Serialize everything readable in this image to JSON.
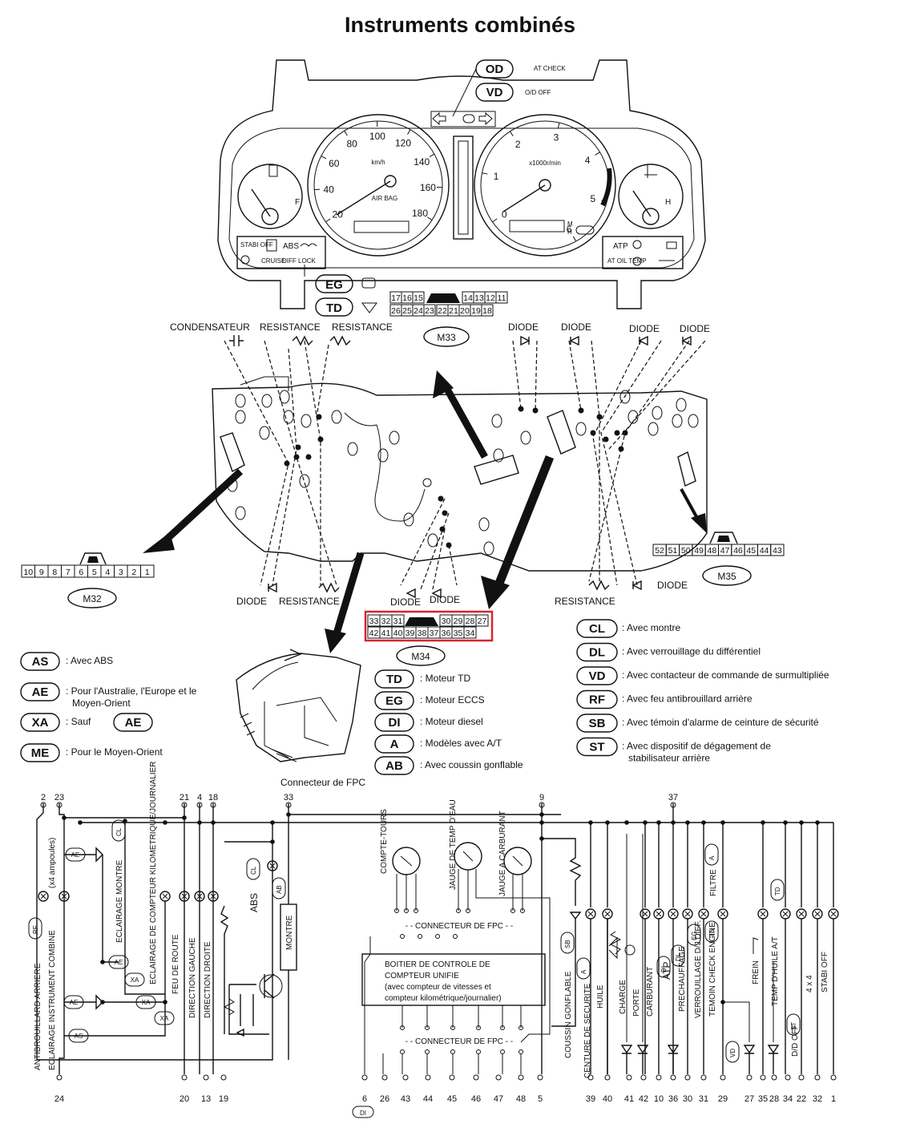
{
  "title": "Instruments combinés",
  "top_callouts": [
    {
      "code": "OD",
      "desc": "AT CHECK"
    },
    {
      "code": "VD",
      "desc": "O/D OFF"
    },
    {
      "code": "EG",
      "desc": ""
    },
    {
      "code": "TD",
      "desc": ""
    }
  ],
  "cluster": {
    "speedo_ticks": [
      "20",
      "40",
      "60",
      "80",
      "100",
      "120",
      "140",
      "160",
      "180"
    ],
    "speedo_unit": "km/h",
    "airbag": "AIR BAG",
    "tacho_ticks": [
      "0",
      "1",
      "2",
      "3",
      "4",
      "5",
      "6"
    ],
    "tacho_unit": "x1000r/min",
    "fuel_f": "F",
    "temp_h": "H",
    "left_panel": [
      "STABI OFF",
      "ABS",
      "CRUISE",
      "DIFF LOCK"
    ],
    "right_panel": [
      "ATP",
      "AT OIL TEMP"
    ],
    "mh": [
      "M",
      "H"
    ]
  },
  "components_top": [
    "CONDENSATEUR",
    "RESISTANCE",
    "RESISTANCE",
    "DIODE",
    "DIODE",
    "DIODE",
    "DIODE"
  ],
  "components_bottom": [
    "DIODE",
    "RESISTANCE",
    "DIODE",
    "DIODE",
    "RESISTANCE",
    "DIODE"
  ],
  "connectors": {
    "M33": {
      "label": "M33",
      "top": [
        "17",
        "16",
        "15",
        "14",
        "13",
        "12",
        "11"
      ],
      "bottom": [
        "26",
        "25",
        "24",
        "23",
        "22",
        "21",
        "20",
        "19",
        "18"
      ]
    },
    "M32": {
      "label": "M32",
      "pins": [
        "10",
        "9",
        "8",
        "7",
        "6",
        "5",
        "4",
        "3",
        "2",
        "1"
      ]
    },
    "M35": {
      "label": "M35",
      "pins": [
        "52",
        "51",
        "50",
        "49",
        "48",
        "47",
        "46",
        "45",
        "44",
        "43"
      ]
    },
    "M34": {
      "label": "M34",
      "top": [
        "33",
        "32",
        "31",
        "30",
        "29",
        "28",
        "27"
      ],
      "bottom": [
        "42",
        "41",
        "40",
        "39",
        "38",
        "37",
        "36",
        "35",
        "34"
      ]
    }
  },
  "fpc_label": "Connecteur de FPC",
  "legend_left": [
    {
      "code": "AS",
      "text": ": Avec ABS"
    },
    {
      "code": "AE",
      "text": ": Pour l'Australie, l'Europe et le Moyen-Orient"
    },
    {
      "code": "XA",
      "text": ": Sauf",
      "extra": "AE"
    },
    {
      "code": "ME",
      "text": ": Pour le Moyen-Orient"
    }
  ],
  "legend_mid": [
    {
      "code": "TD",
      "text": ": Moteur TD"
    },
    {
      "code": "EG",
      "text": ": Moteur ECCS"
    },
    {
      "code": "DI",
      "text": ": Moteur diesel"
    },
    {
      "code": "A",
      "text": ": Modèles avec A/T"
    },
    {
      "code": "AB",
      "text": ": Avec coussin gonflable"
    }
  ],
  "legend_right": [
    {
      "code": "CL",
      "text": ": Avec montre"
    },
    {
      "code": "DL",
      "text": ": Avec verrouillage du différentiel"
    },
    {
      "code": "VD",
      "text": ": Avec contacteur de commande de surmultipliée"
    },
    {
      "code": "RF",
      "text": ": Avec feu antibrouillard arrière"
    },
    {
      "code": "SB",
      "text": ": Avec témoin d'alarme de ceinture de sécurité"
    },
    {
      "code": "ST",
      "text": ": Avec dispositif de dégagement de stabilisateur arrière"
    }
  ],
  "wiring": {
    "top_pins": [
      "2",
      "23",
      "21",
      "4",
      "18",
      "33",
      "9",
      "37"
    ],
    "bottom_pins": [
      "24",
      "20",
      "13",
      "19",
      "6",
      "26",
      "43",
      "44",
      "45",
      "46",
      "47",
      "48",
      "5",
      "39",
      "40",
      "41",
      "42",
      "10",
      "36",
      "30",
      "31",
      "29",
      "27",
      "35",
      "28",
      "34",
      "22",
      "32",
      "1"
    ],
    "di_tag": "DI",
    "left_vertical": [
      "ANTIBROUILLARD ARRIERE",
      "ECLAIRAGE INSTRUMENT COMBINE",
      "(x4 ampoules)",
      "ECLAIRAGE MONTRE",
      "ECLAIRAGE DE COMPTEUR KILOMETRIQUE/JOURNALIER",
      "FEU DE ROUTE",
      "DIRECTION GAUCHE",
      "DIRECTION DROITE",
      "ABS",
      "MONTRE"
    ],
    "gauges": [
      "COMPTE-TOURS",
      "JAUGE DE TEMP D'EAU",
      "JAUGE A CARBURANT"
    ],
    "fpc_connector": "CONNECTEUR DE FPC",
    "control_box": [
      "BOITIER DE CONTROLE DE",
      "COMPTEUR UNIFIE",
      "(avec compteur de vitesses et",
      "compteur kilométrique/journalier)"
    ],
    "right_vertical": [
      "COUSSIN GONFLABLE",
      "CENTURE DE SECURITE",
      "HUILE",
      "CHARGE",
      "PORTE",
      "CARBURANT",
      "ATP",
      "PRECHAUFFAGE",
      "VERROUILLAGE D/J DIFF.",
      "TEMOIN CHECK ENGINE",
      "FILTRE",
      "FREIN",
      "TEMP D'HUILE A/T",
      "D/D OFF",
      "4 x 4",
      "STABI OFF"
    ],
    "tags": [
      "RF",
      "AE",
      "CL",
      "AE",
      "XA",
      "AE",
      "XA",
      "XA",
      "AS",
      "CL",
      "AB",
      "SB",
      "A",
      "DI",
      "DL",
      "EG",
      "TD",
      "A",
      "TD",
      "VD",
      "ST"
    ]
  }
}
